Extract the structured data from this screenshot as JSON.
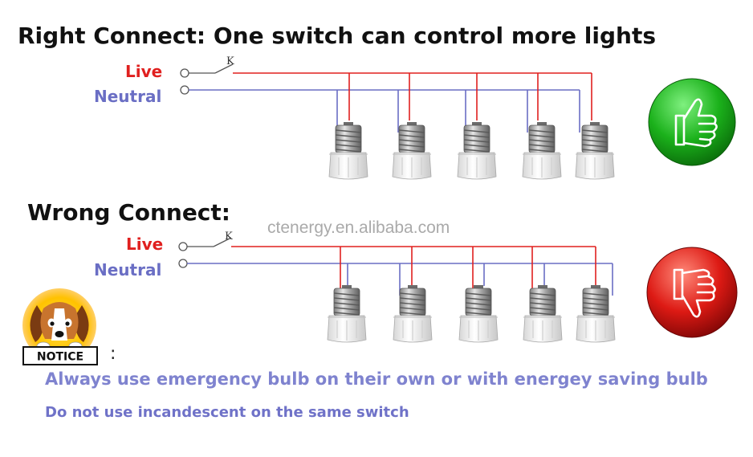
{
  "title_right": "Right Connect: One switch can control more lights",
  "title_wrong": "Wrong Connect:",
  "live_label": "Live",
  "neutral_label": "Neutral",
  "switch_label": "K",
  "watermark": "ctenergy.en.alibaba.com",
  "notice_label": "NOTICE",
  "notice_colon": ":",
  "note_line1": "Always use emergency bulb on their own or with energey saving bulb",
  "note_line2": "Do not use incandescent on the same switch",
  "colors": {
    "live": "#e0201f",
    "neutral": "#6a6ec4",
    "good": "#1aa51a",
    "bad": "#d91515"
  },
  "icons": {
    "good": "thumbs-up-icon",
    "bad": "thumbs-down-icon",
    "notice": "dog-notice-icon"
  }
}
